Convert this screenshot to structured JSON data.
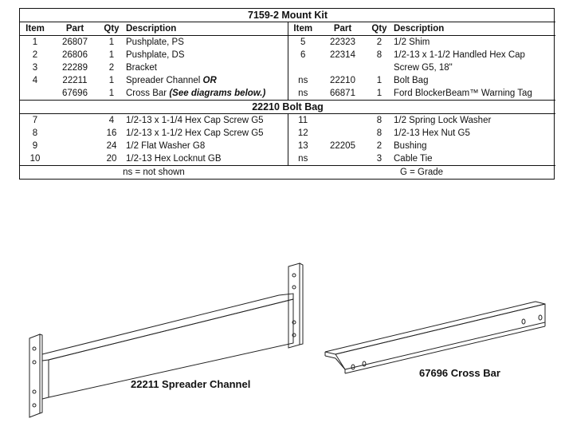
{
  "kit": {
    "title": "7159-2  Mount Kit",
    "headers": [
      "Item",
      "Part",
      "Qty",
      "Description",
      "Item",
      "Part",
      "Qty",
      "Description"
    ],
    "rows": [
      {
        "l": {
          "item": "1",
          "part": "26807",
          "qty": "1",
          "desc": "Pushplate, PS"
        },
        "r": {
          "item": "5",
          "part": "22323",
          "qty": "2",
          "desc": "1/2 Shim"
        }
      },
      {
        "l": {
          "item": "2",
          "part": "26806",
          "qty": "1",
          "desc": "Pushplate, DS"
        },
        "r": {
          "item": "6",
          "part": "22314",
          "qty": "8",
          "desc": "1/2-13 x 1-1/2 Handled Hex Cap"
        }
      },
      {
        "l": {
          "item": "3",
          "part": "22289",
          "qty": "2",
          "desc": "Bracket"
        },
        "r": {
          "item": "",
          "part": "",
          "qty": "",
          "desc": "Screw G5, 18\""
        }
      },
      {
        "l": {
          "item": "4",
          "part": "22211",
          "qty": "1",
          "desc": "Spreader Channel ",
          "desc_em": "OR"
        },
        "r": {
          "item": "ns",
          "part": "22210",
          "qty": "1",
          "desc": "Bolt Bag"
        }
      },
      {
        "l": {
          "item": "",
          "part": "67696",
          "qty": "1",
          "desc": "Cross Bar ",
          "desc_em": "(See diagrams below.)"
        },
        "r": {
          "item": "ns",
          "part": "66871",
          "qty": "1",
          "desc": "Ford BlockerBeam™ Warning Tag"
        }
      }
    ]
  },
  "bolt_bag": {
    "title": "22210  Bolt Bag",
    "rows": [
      {
        "l": {
          "item": "7",
          "part": "",
          "qty": "4",
          "desc": "1/2-13 x 1-1/4 Hex Cap Screw G5"
        },
        "r": {
          "item": "11",
          "part": "",
          "qty": "8",
          "desc": "1/2 Spring Lock Washer"
        }
      },
      {
        "l": {
          "item": "8",
          "part": "",
          "qty": "16",
          "desc": "1/2-13 x 1-1/2 Hex Cap Screw G5"
        },
        "r": {
          "item": "12",
          "part": "",
          "qty": "8",
          "desc": "1/2-13 Hex Nut G5"
        }
      },
      {
        "l": {
          "item": "9",
          "part": "",
          "qty": "24",
          "desc": "1/2 Flat Washer G8"
        },
        "r": {
          "item": "13",
          "part": "22205",
          "qty": "2",
          "desc": "Bushing"
        }
      },
      {
        "l": {
          "item": "10",
          "part": "",
          "qty": "20",
          "desc": "1/2-13 Hex Locknut GB"
        },
        "r": {
          "item": "ns",
          "part": "",
          "qty": "3",
          "desc": "Cable Tie"
        }
      }
    ]
  },
  "notes": {
    "left": "ns = not shown",
    "right": "G = Grade"
  },
  "diagrams": {
    "spreader_label": "22211 Spreader Channel",
    "crossbar_label": "67696 Cross Bar",
    "line_color": "#222222"
  }
}
